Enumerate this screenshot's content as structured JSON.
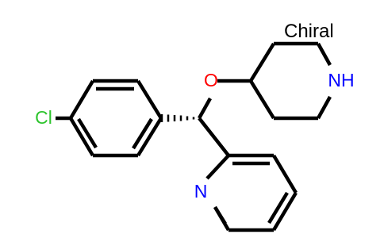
{
  "molecule": {
    "flag": "Chiral",
    "atoms": {
      "chlorine": {
        "symbol": "Cl",
        "color": "#2ec42e"
      },
      "oxygen": {
        "symbol": "O",
        "color": "#ff0000"
      },
      "piperidine_nitrogen": {
        "symbol": "NH",
        "color": "#0000ff"
      },
      "pyridine_nitrogen": {
        "symbol": "N",
        "color": "#0000ff"
      }
    }
  }
}
